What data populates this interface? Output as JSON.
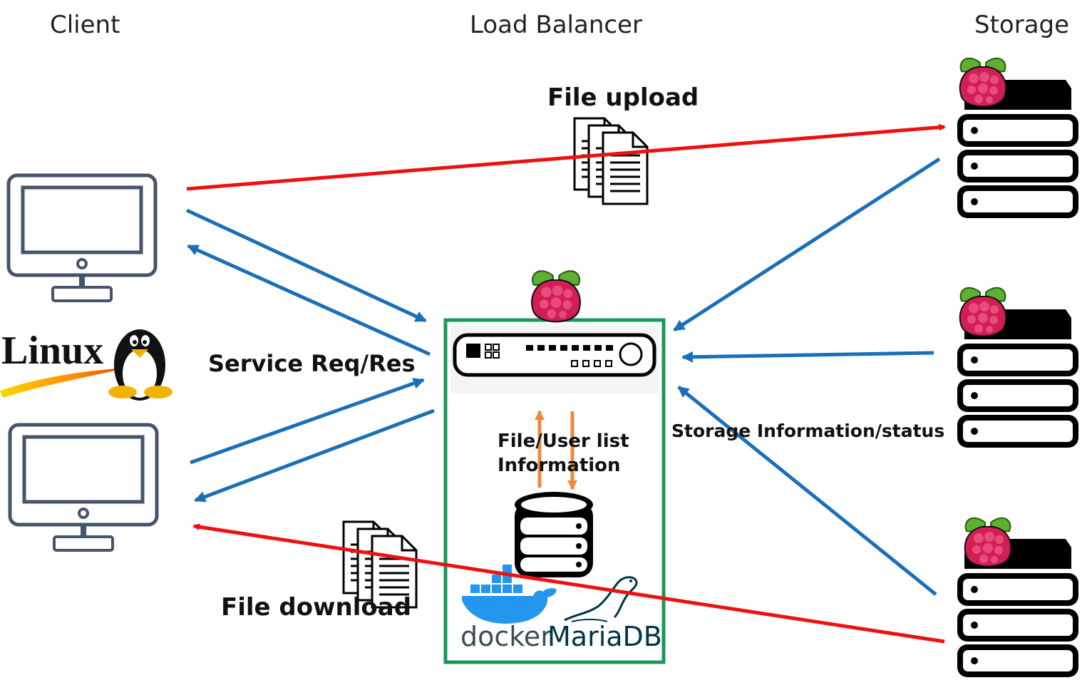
{
  "columns": {
    "client": "Client",
    "load_balancer": "Load Balancer",
    "storage": "Storage"
  },
  "flows": {
    "upload": "File upload",
    "download": "File download",
    "service": "Service Req/Res",
    "storage_info": "Storage Information/status",
    "db_info_line1": "File/User list",
    "db_info_line2": "Information"
  },
  "logos": {
    "linux": "Linux",
    "docker": "docker",
    "mariadb": "MariaDB"
  },
  "colors": {
    "file_transfer": "#ee1111",
    "service_traffic": "#1a6fb8",
    "db_access": "#ed8a3f",
    "lb_border": "#1a9a5a",
    "monitor": "#44546a"
  }
}
